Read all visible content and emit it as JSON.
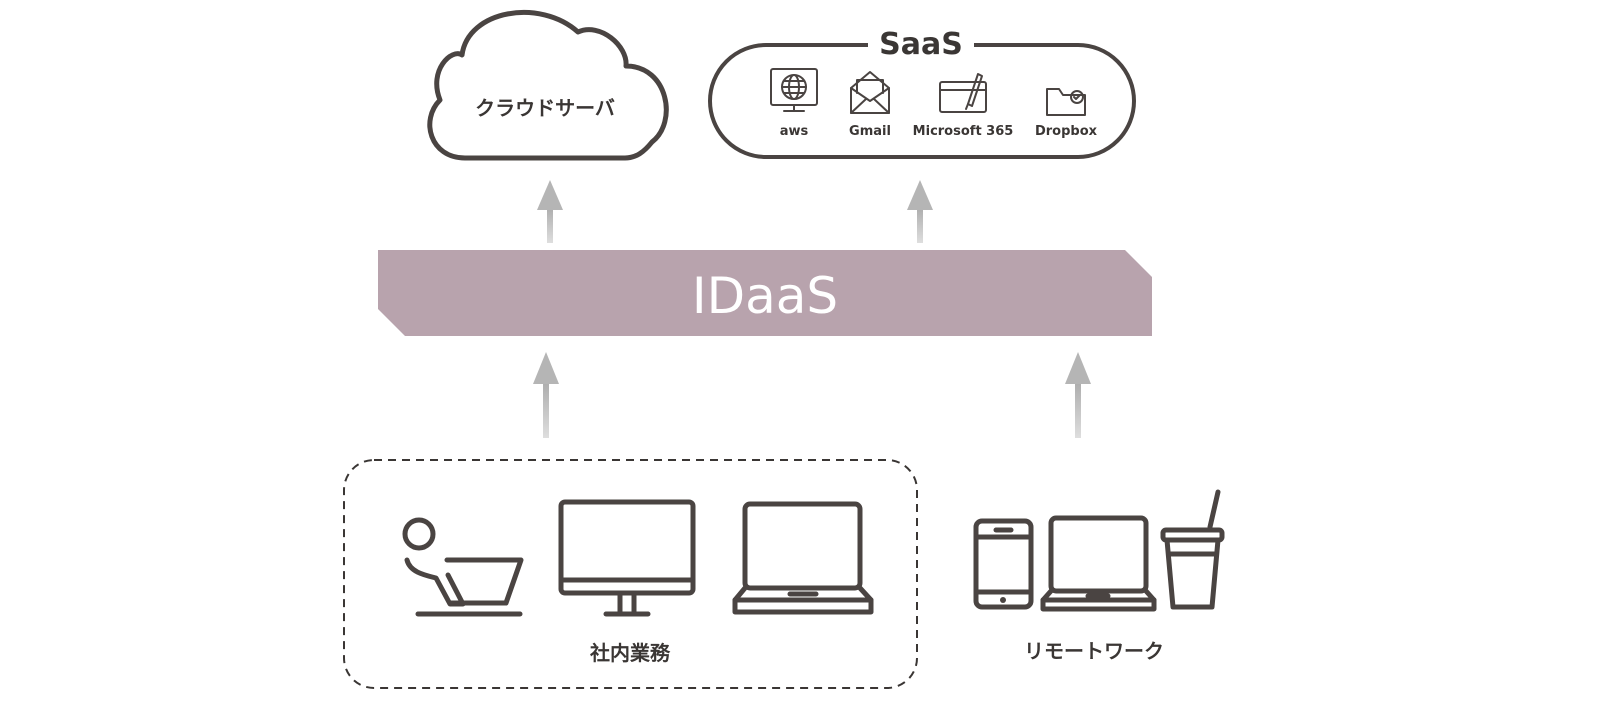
{
  "cloud_server": {
    "label": "クラウドサーバ"
  },
  "saas": {
    "title": "SaaS",
    "services": [
      {
        "label": "aws",
        "icon": "globe-monitor-icon"
      },
      {
        "label": "Gmail",
        "icon": "envelope-icon"
      },
      {
        "label": "Microsoft 365",
        "icon": "window-pen-icon"
      },
      {
        "label": "Dropbox",
        "icon": "folder-check-icon"
      }
    ]
  },
  "idaas": {
    "label": "IDaaS"
  },
  "internal": {
    "label": "社内業務"
  },
  "remote": {
    "label": "リモートワーク"
  },
  "colors": {
    "idaas_band": "#b8a3ad",
    "outline": "#4a4442",
    "arrow": "#c7c7c7"
  }
}
